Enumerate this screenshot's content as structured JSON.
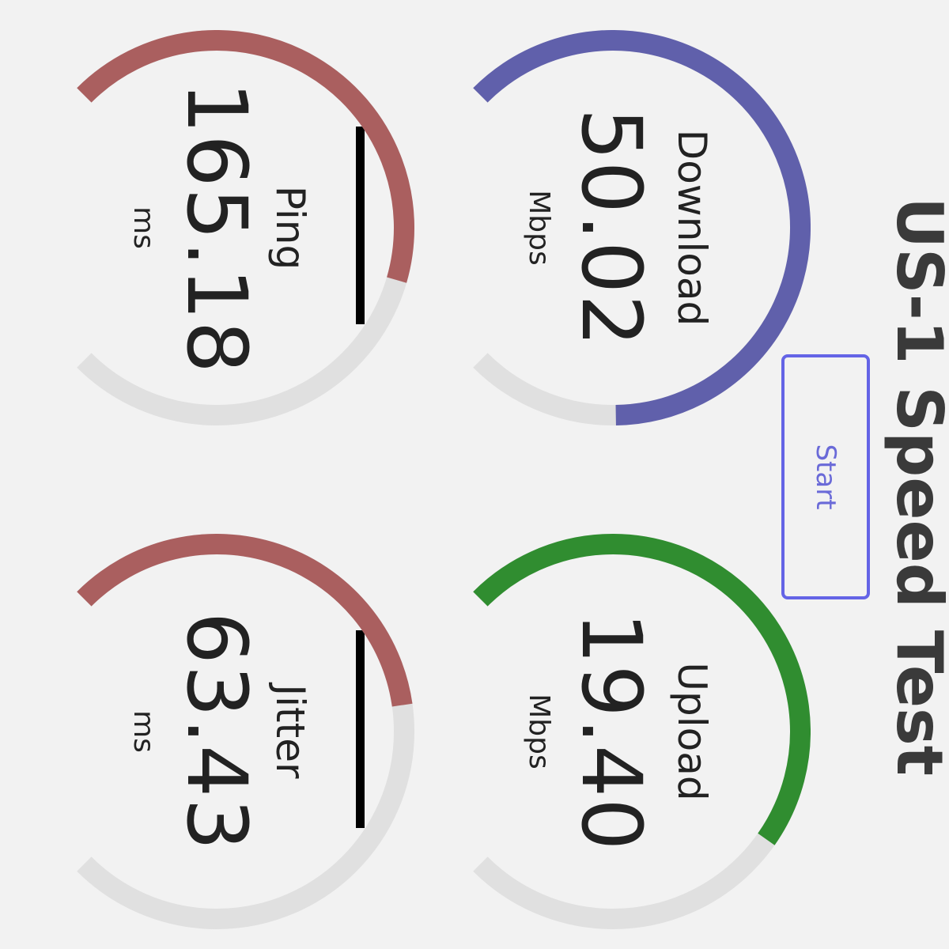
{
  "header": {
    "title": "US-1 Speed Test",
    "start_label": "Start"
  },
  "colors": {
    "background": "#f2f2f2",
    "track": "#e0e0e0",
    "download": "#6060ab",
    "upload": "#308d30",
    "ping": "#aa5f5f",
    "jitter": "#aa5f5f",
    "button_border": "#6464e6"
  },
  "meters": {
    "download": {
      "label": "Download",
      "value": "50.02",
      "unit": "Mbps",
      "fill": 0.83
    },
    "upload": {
      "label": "Upload",
      "value": "19.40",
      "unit": "Mbps",
      "fill": 0.63
    },
    "ping": {
      "label": "Ping",
      "value": "165.18",
      "unit": "ms",
      "fill": 0.56
    },
    "jitter": {
      "label": "Jitter",
      "value": "63.43",
      "unit": "ms",
      "fill": 0.47
    }
  }
}
